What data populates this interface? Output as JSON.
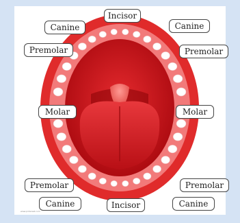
{
  "labels": {
    "incisor_top": "Incisor",
    "incisor_bottom": "Incisor",
    "canine_top_left": "Canine",
    "canine_top_right": "Canine",
    "canine_bottom_left": "Canine",
    "canine_bottom_right": "Canine",
    "premolar_top_left": "Premolar",
    "premolar_top_right": "Premolar",
    "premolar_bottom_left": "Premolar",
    "premolar_bottom_right": "Premolar",
    "molar_left": "Molar",
    "molar_right": "Molar"
  },
  "credit": "www.pinterest.com",
  "colors": {
    "background": "#d5e3f4",
    "lip": "#e02b2b",
    "gum": "#f27a7a",
    "mouth": "#c0141a",
    "tongue": "#d81f25",
    "tooth": "#ffffff"
  }
}
